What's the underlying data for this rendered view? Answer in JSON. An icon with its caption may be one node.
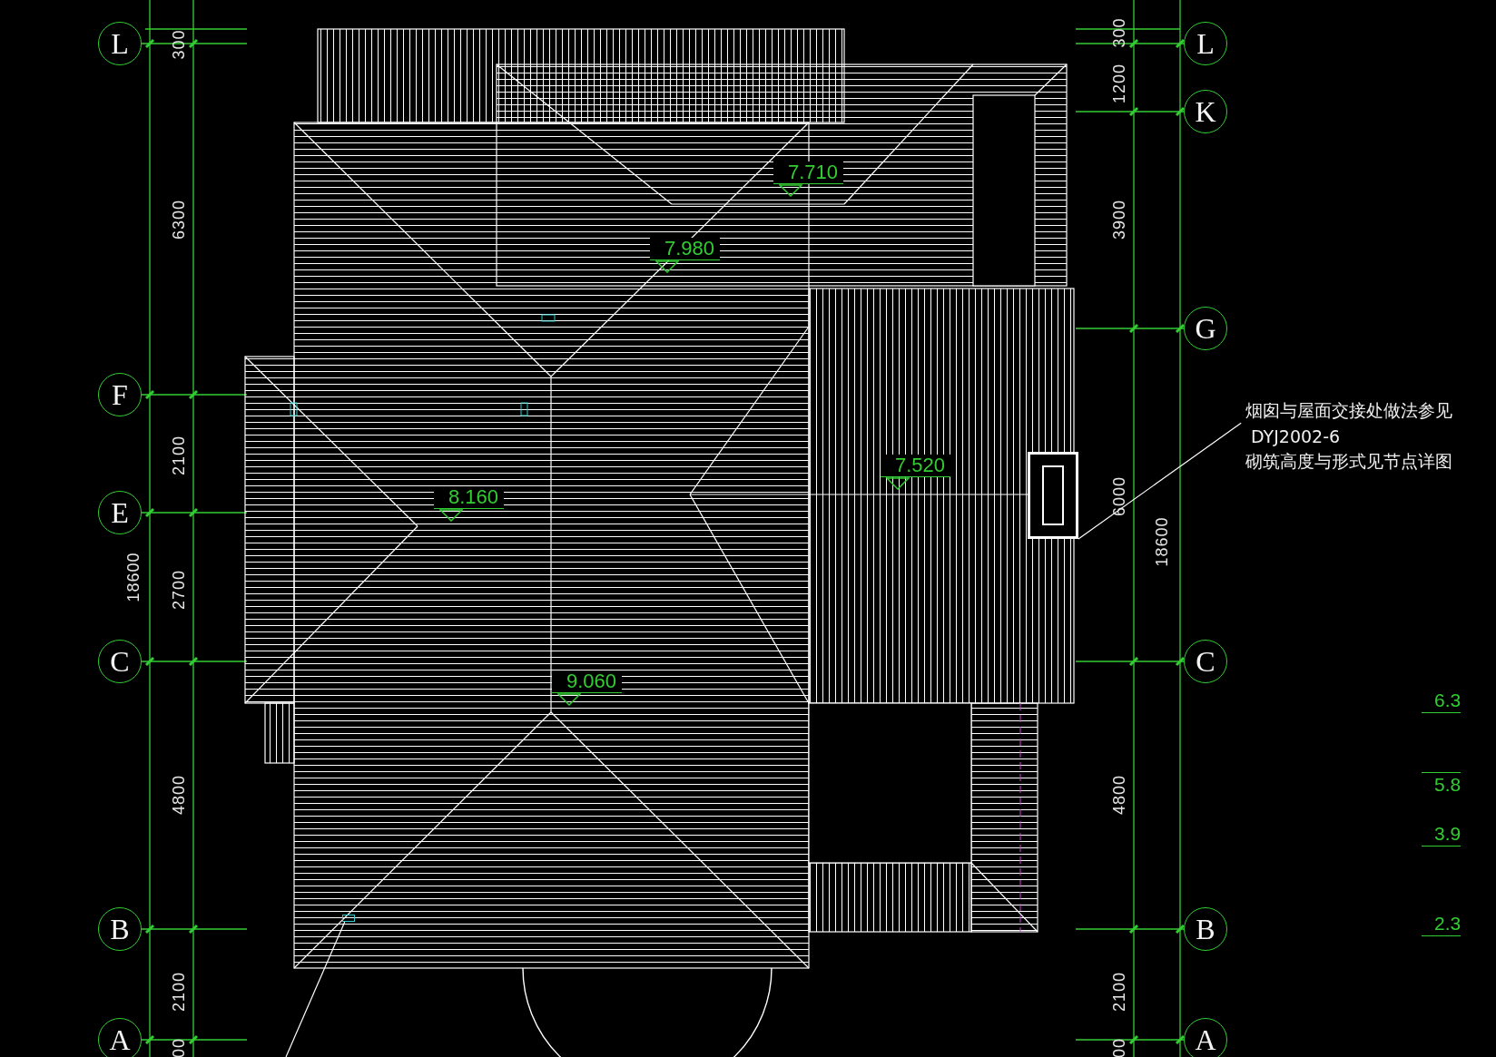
{
  "diagram": {
    "nodes": [
      {
        "text": [
          "L"
        ]
      },
      {
        "text": [
          "F"
        ]
      },
      {
        "text": [
          "E"
        ]
      },
      {
        "text": [
          "C"
        ]
      },
      {
        "text": [
          "B"
        ]
      },
      {
        "text": [
          "A"
        ]
      },
      {
        "text": [
          "L"
        ]
      },
      {
        "text": [
          "K"
        ]
      },
      {
        "text": [
          "G"
        ]
      },
      {
        "text": [
          "C"
        ]
      },
      {
        "text": [
          "B"
        ]
      },
      {
        "text": [
          "A"
        ]
      },
      {
        "text": [
          "烟囱与屋面交接处做法参见",
          "DYJ2002-6",
          "砌筑高度与形式见节点详图"
        ]
      },
      {
        "text": [],
        "shape": "box"
      },
      {
        "text": [],
        "shape": "box"
      }
    ],
    "edges": [
      {
        "from": 12,
        "to": 13,
        "arrow": "none"
      },
      {
        "from": null,
        "to": 14,
        "arrow": "none"
      }
    ],
    "labels": [
      "300",
      "6300",
      "2100",
      "18600",
      "2700",
      "4800",
      "2100",
      "00",
      "300",
      "1200",
      "3900",
      "6000",
      "18600",
      "4800",
      "2100",
      "00",
      "7.710",
      "7.980",
      "7.520",
      "8.160",
      "9.060",
      "6.3",
      "5.8",
      "3.9",
      "2.3"
    ]
  }
}
